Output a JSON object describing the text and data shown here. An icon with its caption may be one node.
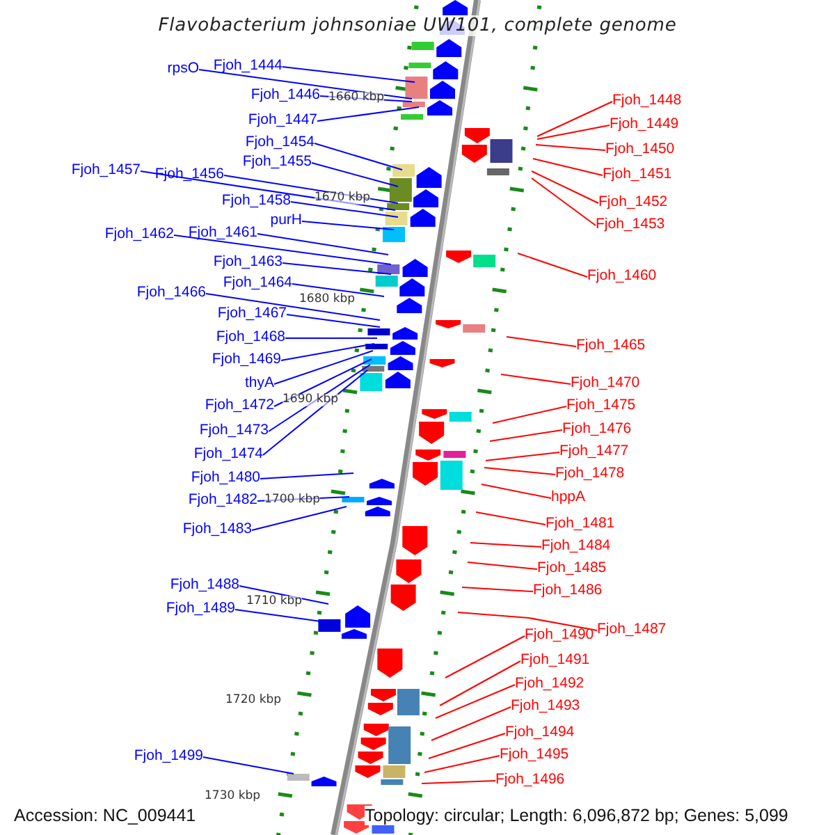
{
  "diagram": {
    "title": "Flavobacterium johnsoniae UW101, complete genome",
    "nodes": [
      {
        "text": [
          "rpsO"
        ]
      },
      {
        "text": [
          "Fjoh_1444"
        ]
      },
      {
        "text": [
          "Fjoh_1446"
        ]
      },
      {
        "text": [
          "Fjoh_1447"
        ]
      },
      {
        "text": [
          "Fjoh_1454"
        ]
      },
      {
        "text": [
          "Fjoh_1455"
        ]
      },
      {
        "text": [
          "Fjoh_1457"
        ]
      },
      {
        "text": [
          "Fjoh_1456"
        ]
      },
      {
        "text": [
          "Fjoh_1458"
        ]
      },
      {
        "text": [
          "purH"
        ]
      },
      {
        "text": [
          "Fjoh_1462"
        ]
      },
      {
        "text": [
          "Fjoh_1461"
        ]
      },
      {
        "text": [
          "Fjoh_1463"
        ]
      },
      {
        "text": [
          "Fjoh_1464"
        ]
      },
      {
        "text": [
          "Fjoh_1466"
        ]
      },
      {
        "text": [
          "Fjoh_1467"
        ]
      },
      {
        "text": [
          "Fjoh_1468"
        ]
      },
      {
        "text": [
          "Fjoh_1469"
        ]
      },
      {
        "text": [
          "thyA"
        ]
      },
      {
        "text": [
          "Fjoh_1472"
        ]
      },
      {
        "text": [
          "Fjoh_1473"
        ]
      },
      {
        "text": [
          "Fjoh_1474"
        ]
      },
      {
        "text": [
          "Fjoh_1480"
        ]
      },
      {
        "text": [
          "Fjoh_1482"
        ]
      },
      {
        "text": [
          "Fjoh_1483"
        ]
      },
      {
        "text": [
          "Fjoh_1488"
        ]
      },
      {
        "text": [
          "Fjoh_1489"
        ]
      },
      {
        "text": [
          "Fjoh_1499"
        ]
      },
      {
        "text": [
          "Fjoh_1448"
        ]
      },
      {
        "text": [
          "Fjoh_1449"
        ]
      },
      {
        "text": [
          "Fjoh_1450"
        ]
      },
      {
        "text": [
          "Fjoh_1451"
        ]
      },
      {
        "text": [
          "Fjoh_1452"
        ]
      },
      {
        "text": [
          "Fjoh_1453"
        ]
      },
      {
        "text": [
          "Fjoh_1460"
        ]
      },
      {
        "text": [
          "Fjoh_1465"
        ]
      },
      {
        "text": [
          "Fjoh_1470"
        ]
      },
      {
        "text": [
          "Fjoh_1475"
        ]
      },
      {
        "text": [
          "Fjoh_1476"
        ]
      },
      {
        "text": [
          "Fjoh_1477"
        ]
      },
      {
        "text": [
          "Fjoh_1478"
        ]
      },
      {
        "text": [
          "hppA"
        ]
      },
      {
        "text": [
          "Fjoh_1481"
        ]
      },
      {
        "text": [
          "Fjoh_1484"
        ]
      },
      {
        "text": [
          "Fjoh_1485"
        ]
      },
      {
        "text": [
          "Fjoh_1486"
        ]
      },
      {
        "text": [
          "Fjoh_1487"
        ]
      },
      {
        "text": [
          "Fjoh_1490"
        ]
      },
      {
        "text": [
          "Fjoh_1491"
        ]
      },
      {
        "text": [
          "Fjoh_1492"
        ]
      },
      {
        "text": [
          "Fjoh_1493"
        ]
      },
      {
        "text": [
          "Fjoh_1494"
        ]
      },
      {
        "text": [
          "Fjoh_1495"
        ]
      },
      {
        "text": [
          "Fjoh_1496"
        ]
      }
    ],
    "edges": [
      {
        "from": 0,
        "to": null,
        "arrow": "none"
      },
      {
        "from": 1,
        "to": null,
        "arrow": "none"
      },
      {
        "from": 2,
        "to": null,
        "arrow": "none"
      },
      {
        "from": 3,
        "to": null,
        "arrow": "none"
      },
      {
        "from": 4,
        "to": null,
        "arrow": "none"
      },
      {
        "from": 5,
        "to": null,
        "arrow": "none"
      },
      {
        "from": 6,
        "to": null,
        "arrow": "none"
      },
      {
        "from": 7,
        "to": null,
        "arrow": "none"
      },
      {
        "from": 8,
        "to": null,
        "arrow": "none"
      },
      {
        "from": 9,
        "to": null,
        "arrow": "none"
      },
      {
        "from": 10,
        "to": null,
        "arrow": "none"
      },
      {
        "from": 11,
        "to": null,
        "arrow": "none"
      },
      {
        "from": 12,
        "to": null,
        "arrow": "none"
      },
      {
        "from": 13,
        "to": null,
        "arrow": "none"
      },
      {
        "from": 14,
        "to": null,
        "arrow": "none"
      },
      {
        "from": 15,
        "to": null,
        "arrow": "none"
      },
      {
        "from": 16,
        "to": null,
        "arrow": "none"
      },
      {
        "from": 17,
        "to": null,
        "arrow": "none"
      },
      {
        "from": 18,
        "to": null,
        "arrow": "none"
      },
      {
        "from": 19,
        "to": null,
        "arrow": "none"
      },
      {
        "from": 20,
        "to": null,
        "arrow": "none"
      },
      {
        "from": 21,
        "to": null,
        "arrow": "none"
      },
      {
        "from": 22,
        "to": null,
        "arrow": "none"
      },
      {
        "from": 23,
        "to": null,
        "arrow": "none"
      },
      {
        "from": 24,
        "to": null,
        "arrow": "none"
      },
      {
        "from": 25,
        "to": null,
        "arrow": "none"
      },
      {
        "from": 26,
        "to": null,
        "arrow": "none"
      },
      {
        "from": 27,
        "to": null,
        "arrow": "none"
      },
      {
        "from": 28,
        "to": null,
        "arrow": "none",
        "color": "#ff0000"
      },
      {
        "from": 29,
        "to": null,
        "arrow": "none",
        "color": "#ff0000"
      },
      {
        "from": 30,
        "to": null,
        "arrow": "none",
        "color": "#ff0000"
      },
      {
        "from": 31,
        "to": null,
        "arrow": "none",
        "color": "#ff0000"
      },
      {
        "from": 32,
        "to": null,
        "arrow": "none",
        "color": "#ff0000"
      },
      {
        "from": 33,
        "to": null,
        "arrow": "none",
        "color": "#ff0000"
      },
      {
        "from": 34,
        "to": null,
        "arrow": "none",
        "color": "#ff0000"
      },
      {
        "from": 35,
        "to": null,
        "arrow": "none",
        "color": "#ff0000"
      },
      {
        "from": 36,
        "to": null,
        "arrow": "none",
        "color": "#ff0000"
      },
      {
        "from": 37,
        "to": null,
        "arrow": "none",
        "color": "#ff0000"
      },
      {
        "from": 38,
        "to": null,
        "arrow": "none",
        "color": "#ff0000"
      },
      {
        "from": 39,
        "to": null,
        "arrow": "none",
        "color": "#ff0000"
      },
      {
        "from": 40,
        "to": null,
        "arrow": "none",
        "color": "#ff0000"
      },
      {
        "from": 41,
        "to": null,
        "arrow": "none",
        "color": "#ff0000"
      },
      {
        "from": 42,
        "to": null,
        "arrow": "none",
        "color": "#ff0000"
      },
      {
        "from": 43,
        "to": null,
        "arrow": "none",
        "color": "#ff0000"
      },
      {
        "from": 44,
        "to": null,
        "arrow": "none",
        "color": "#ff0000"
      },
      {
        "from": 45,
        "to": null,
        "arrow": "none",
        "color": "#ff0000"
      },
      {
        "from": 46,
        "to": null,
        "arrow": "none",
        "color": "#ff0000"
      },
      {
        "from": 47,
        "to": null,
        "arrow": "none",
        "color": "#ff0000"
      },
      {
        "from": 48,
        "to": null,
        "arrow": "none",
        "color": "#ff0000"
      },
      {
        "from": 49,
        "to": null,
        "arrow": "none",
        "color": "#ff0000"
      },
      {
        "from": 50,
        "to": null,
        "arrow": "none",
        "color": "#ff0000"
      },
      {
        "from": 51,
        "to": null,
        "arrow": "none",
        "color": "#ff0000"
      },
      {
        "from": 52,
        "to": null,
        "arrow": "none",
        "color": "#ff0000"
      },
      {
        "from": 53,
        "to": null,
        "arrow": "none",
        "color": "#ff0000"
      }
    ],
    "labels": [
      "1660 kbp",
      "1670 kbp",
      "1680 kbp",
      "1690 kbp",
      "1700 kbp",
      "1710 kbp",
      "1720 kbp",
      "1730 kbp",
      "Accession: NC_009441",
      "Topology: circular; Length: 6,096,872 bp; Genes: 5,099"
    ]
  }
}
